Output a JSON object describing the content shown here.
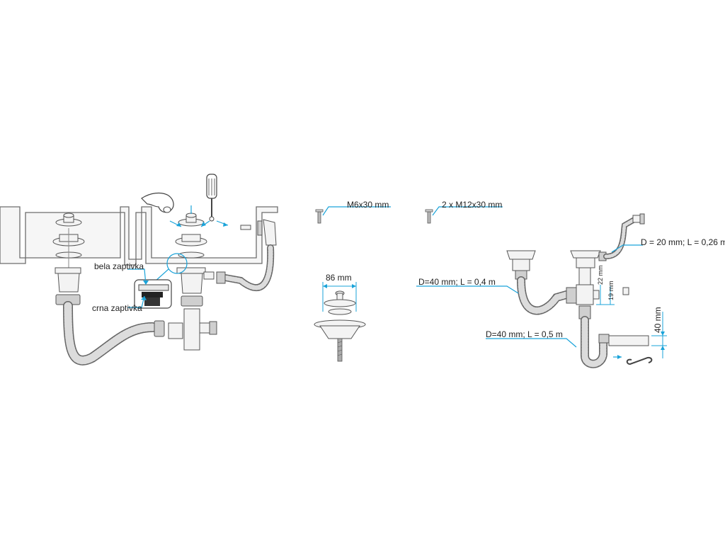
{
  "labels": {
    "white_gasket": "bela zaptivka",
    "black_gasket": "crna zaptivka",
    "screw_m6": "M6x30 mm",
    "screw_m12": "2 x M12x30 mm",
    "strainer_width": "86 mm",
    "hose_small": "D = 20 mm; L = 0,26 m",
    "hose_medium": "D=40 mm; L = 0,4 m",
    "hose_long": "D=40 mm; L = 0,5 m",
    "dim_22": "22 mm",
    "dim_19": "19 mm",
    "dim_40": "40 mm"
  },
  "colors": {
    "leader": "#1aa3d9",
    "outline": "#555555",
    "part_fill": "#f3f3f3"
  }
}
